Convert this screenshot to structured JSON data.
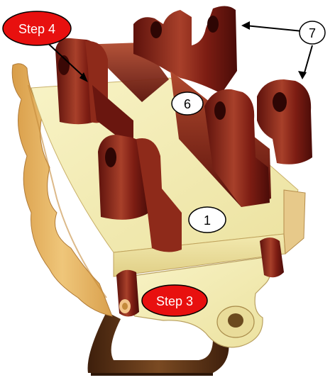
{
  "callouts": {
    "step4": {
      "label": "Step 4",
      "fill": "#e8100f"
    },
    "step3": {
      "label": "Step 3",
      "fill": "#e8100f"
    },
    "part6": {
      "label": "6"
    },
    "part7": {
      "label": "7"
    },
    "part1": {
      "label": "1"
    }
  },
  "colors": {
    "pine_light": "#f4efb4",
    "pine_mid": "#e6d98a",
    "pine_dark": "#c9b06a",
    "wood_side": "#e4b45c",
    "wood_side_dark": "#c48a3b",
    "mahogany": "#7a1a12",
    "mahogany_light": "#b4442c",
    "mahogany_dark": "#4a0c08",
    "brown_base": "#5a3216"
  },
  "icons": {
    "arrow": "arrow-head-icon"
  }
}
